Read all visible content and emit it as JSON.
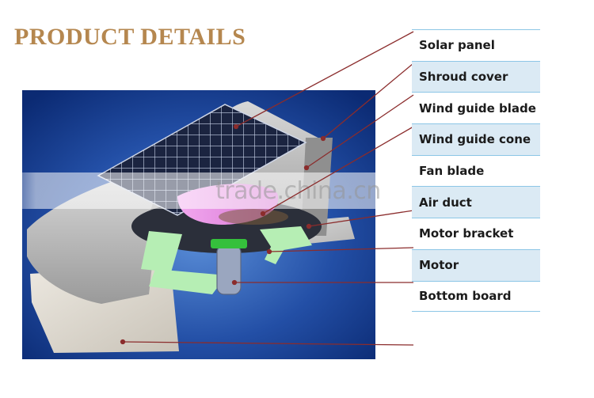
{
  "title": "PRODUCT DETAILS",
  "labels": [
    "Solar panel",
    "Shroud cover",
    "Wind guide blade",
    "Wind guide cone",
    "Fan blade",
    "Air duct",
    "Motor bracket",
    "Motor",
    "Bottom board"
  ],
  "watermark": "trade.china.cn",
  "colors": {
    "title": "#b5874f",
    "leader_line": "#8b2c2c",
    "row_alt": "#dbeaf4",
    "row_rule": "#8cc6e6",
    "scene_bg": "#0d2c7a",
    "pink_cone": "#e58be0",
    "green_blade": "#b6eeb4"
  }
}
